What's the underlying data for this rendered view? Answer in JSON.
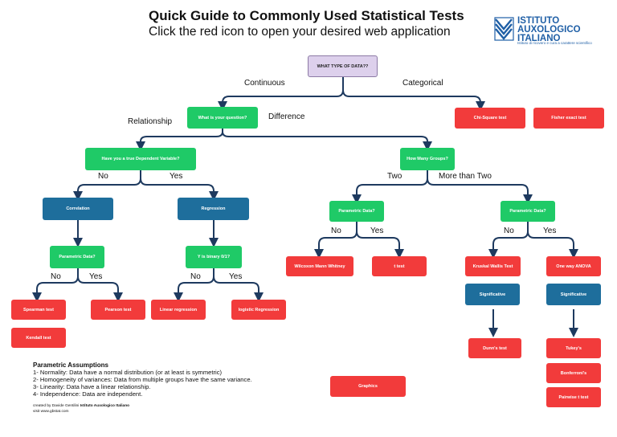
{
  "header": {
    "title": "Quick Guide to Commonly Used Statistical Tests",
    "subtitle": "Click the red icon to open your desired web application"
  },
  "logo": {
    "line1": "ISTITUTO",
    "line2": "AUXOLOGICO",
    "line3": "ITALIANO",
    "tagline": "Istituto di ricovero e cura a carattere scientifico",
    "color": "#1f5fa6"
  },
  "colors": {
    "question_green": "#1fca67",
    "method_blue": "#1e6e9c",
    "test_red": "#f23b3b",
    "root_lavender": "#ddd0ec",
    "connector": "#1e3a5f"
  },
  "nodes": {
    "root": "WHAT TYPE OF DATA??",
    "question": "What is your question?",
    "true_dv": "Have you a true Dependent Variable?",
    "how_many_groups": "How Many Groups?",
    "correlation": "Correlation",
    "regression": "Regression",
    "parametric_corr": "Parametric Data?",
    "binary": "Y is binary 0/1?",
    "parametric_two": "Parametric Data?",
    "parametric_more": "Parametric Data?",
    "spearman": "Spearman test",
    "kendall": "Kendall test",
    "pearson": "Pearson test",
    "linear_regression": "Linear regression",
    "logistic_regression": "logistic Regression",
    "wilcoxon": "Wilcoxon Mann Whitney",
    "t_test": "t test",
    "kruskal": "Kruskal Wallis Test",
    "anova": "One way ANOVA",
    "significative_1": "Significative",
    "significative_2": "Significative",
    "dunn": "Dunn's test",
    "tukey": "Tukey's",
    "bonferroni": "Bonferroni's",
    "pairwise_t": "Pairwise t test",
    "chi_square": "Chi-Square test",
    "fisher": "Fisher exact test",
    "graphics": "Graphics"
  },
  "labels": {
    "continuous": "Continuous",
    "categorical": "Categorical",
    "relationship": "Relationship",
    "difference": "Difference",
    "no_dv": "No",
    "yes_dv": "Yes",
    "two": "Two",
    "more_than_two": "More than Two",
    "no_corr": "No",
    "yes_corr": "Yes",
    "no_reg": "No",
    "yes_reg": "Yes",
    "no_two": "No",
    "yes_two": "Yes",
    "no_more": "No",
    "yes_more": "Yes"
  },
  "assumptions": {
    "heading": "Parametric Assumptions",
    "items": [
      "1- Normality: Data have a normal distribution (or at least is symmetric)",
      "2- Homogeneity of variances: Data from multiple groups have the same variance.",
      "3- Linearity: Data have a linear relationship.",
      "4- Independence: Data are independent."
    ]
  },
  "credit": {
    "prefix": "created by Davide Gentilini",
    "org": "Istituto Auxologico Italiano",
    "visit": "visit  www.gbstat.com"
  }
}
